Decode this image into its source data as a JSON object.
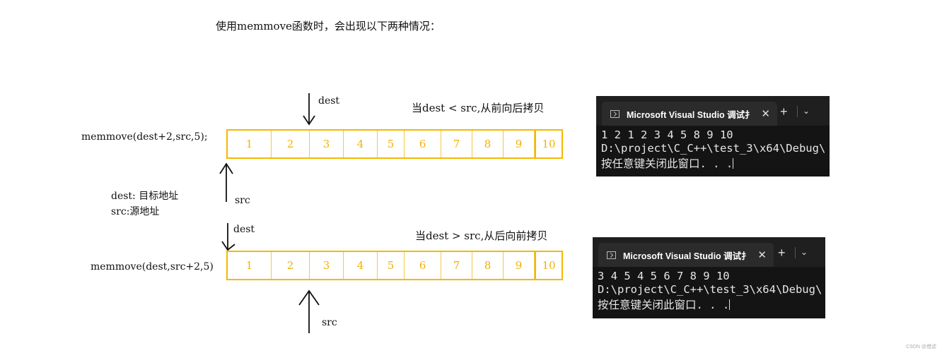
{
  "title": "使用memmove函数时，会出现以下两种情况：",
  "case1": {
    "code": "memmove(dest+2,src,5);",
    "dest_label": "dest",
    "src_label": "src",
    "note": "当dest < src,从前向后拷贝",
    "cells": [
      "1",
      "2",
      "3",
      "4",
      "5",
      "6",
      "7",
      "8",
      "9",
      "10"
    ]
  },
  "legend": {
    "line1": "dest: 目标地址",
    "line2": "src:源地址"
  },
  "case2": {
    "code": "memmove(dest,src+2,5)",
    "dest_label": "dest",
    "src_label": "src",
    "note": "当dest > src,从后向前拷贝",
    "cells": [
      "1",
      "2",
      "3",
      "4",
      "5",
      "6",
      "7",
      "8",
      "9",
      "10"
    ]
  },
  "terminal1": {
    "tab_title": "Microsoft Visual Studio 调试扌",
    "close": "✕",
    "plus": "+",
    "chevron": "⌄",
    "lines": [
      "1 2 1 2 3 4 5 8 9 10",
      "D:\\project\\C_C++\\test_3\\x64\\Debug\\",
      "按任意键关闭此窗口. . ."
    ]
  },
  "terminal2": {
    "tab_title": "Microsoft Visual Studio 调试扌",
    "close": "✕",
    "plus": "+",
    "chevron": "⌄",
    "lines": [
      "3 4 5 4 5 6 7 8 9 10",
      "D:\\project\\C_C++\\test_3\\x64\\Debug\\",
      "按任意键关闭此窗口. . ."
    ]
  },
  "watermark": "CSDN @借滤"
}
